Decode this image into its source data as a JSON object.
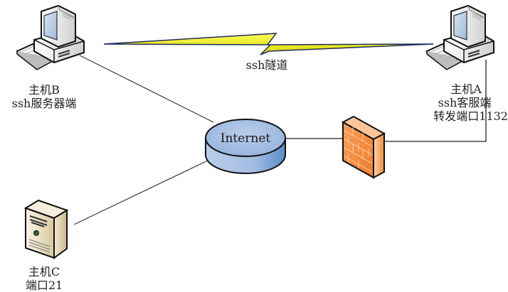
{
  "diagram": {
    "type": "network-topology",
    "nodes": {
      "host_b": {
        "name": "主机B",
        "role": "ssh服务器端",
        "icon": "desktop-computer-icon"
      },
      "host_a": {
        "name": "主机A",
        "role": "ssh客服端",
        "extra": "转发端口1132",
        "icon": "desktop-computer-icon"
      },
      "host_c": {
        "name": "主机C",
        "role": "端口21",
        "icon": "server-tower-icon"
      },
      "internet": {
        "name": "Internet",
        "icon": "cloud-cylinder-icon"
      },
      "firewall": {
        "name": "",
        "icon": "firewall-brick-icon"
      }
    },
    "tunnel": {
      "label": "ssh隧道",
      "icon": "lightning-bolt-icon"
    },
    "edges": [
      {
        "from": "host_b",
        "to": "internet"
      },
      {
        "from": "host_c",
        "to": "internet"
      },
      {
        "from": "internet",
        "to": "firewall"
      },
      {
        "from": "firewall",
        "to": "host_a"
      },
      {
        "from": "host_b",
        "to": "host_a",
        "kind": "ssh-tunnel"
      }
    ],
    "colors": {
      "line": "#333333",
      "internet_fill": "#a9c3e6",
      "internet_side": "#6d9bd1",
      "firewall_front": "#f08a3c",
      "firewall_side": "#f9c99b",
      "tunnel_fill": "#f2f20a",
      "tunnel_edge": "#1f2d5a",
      "server_fill": "#e8dcc0"
    }
  }
}
